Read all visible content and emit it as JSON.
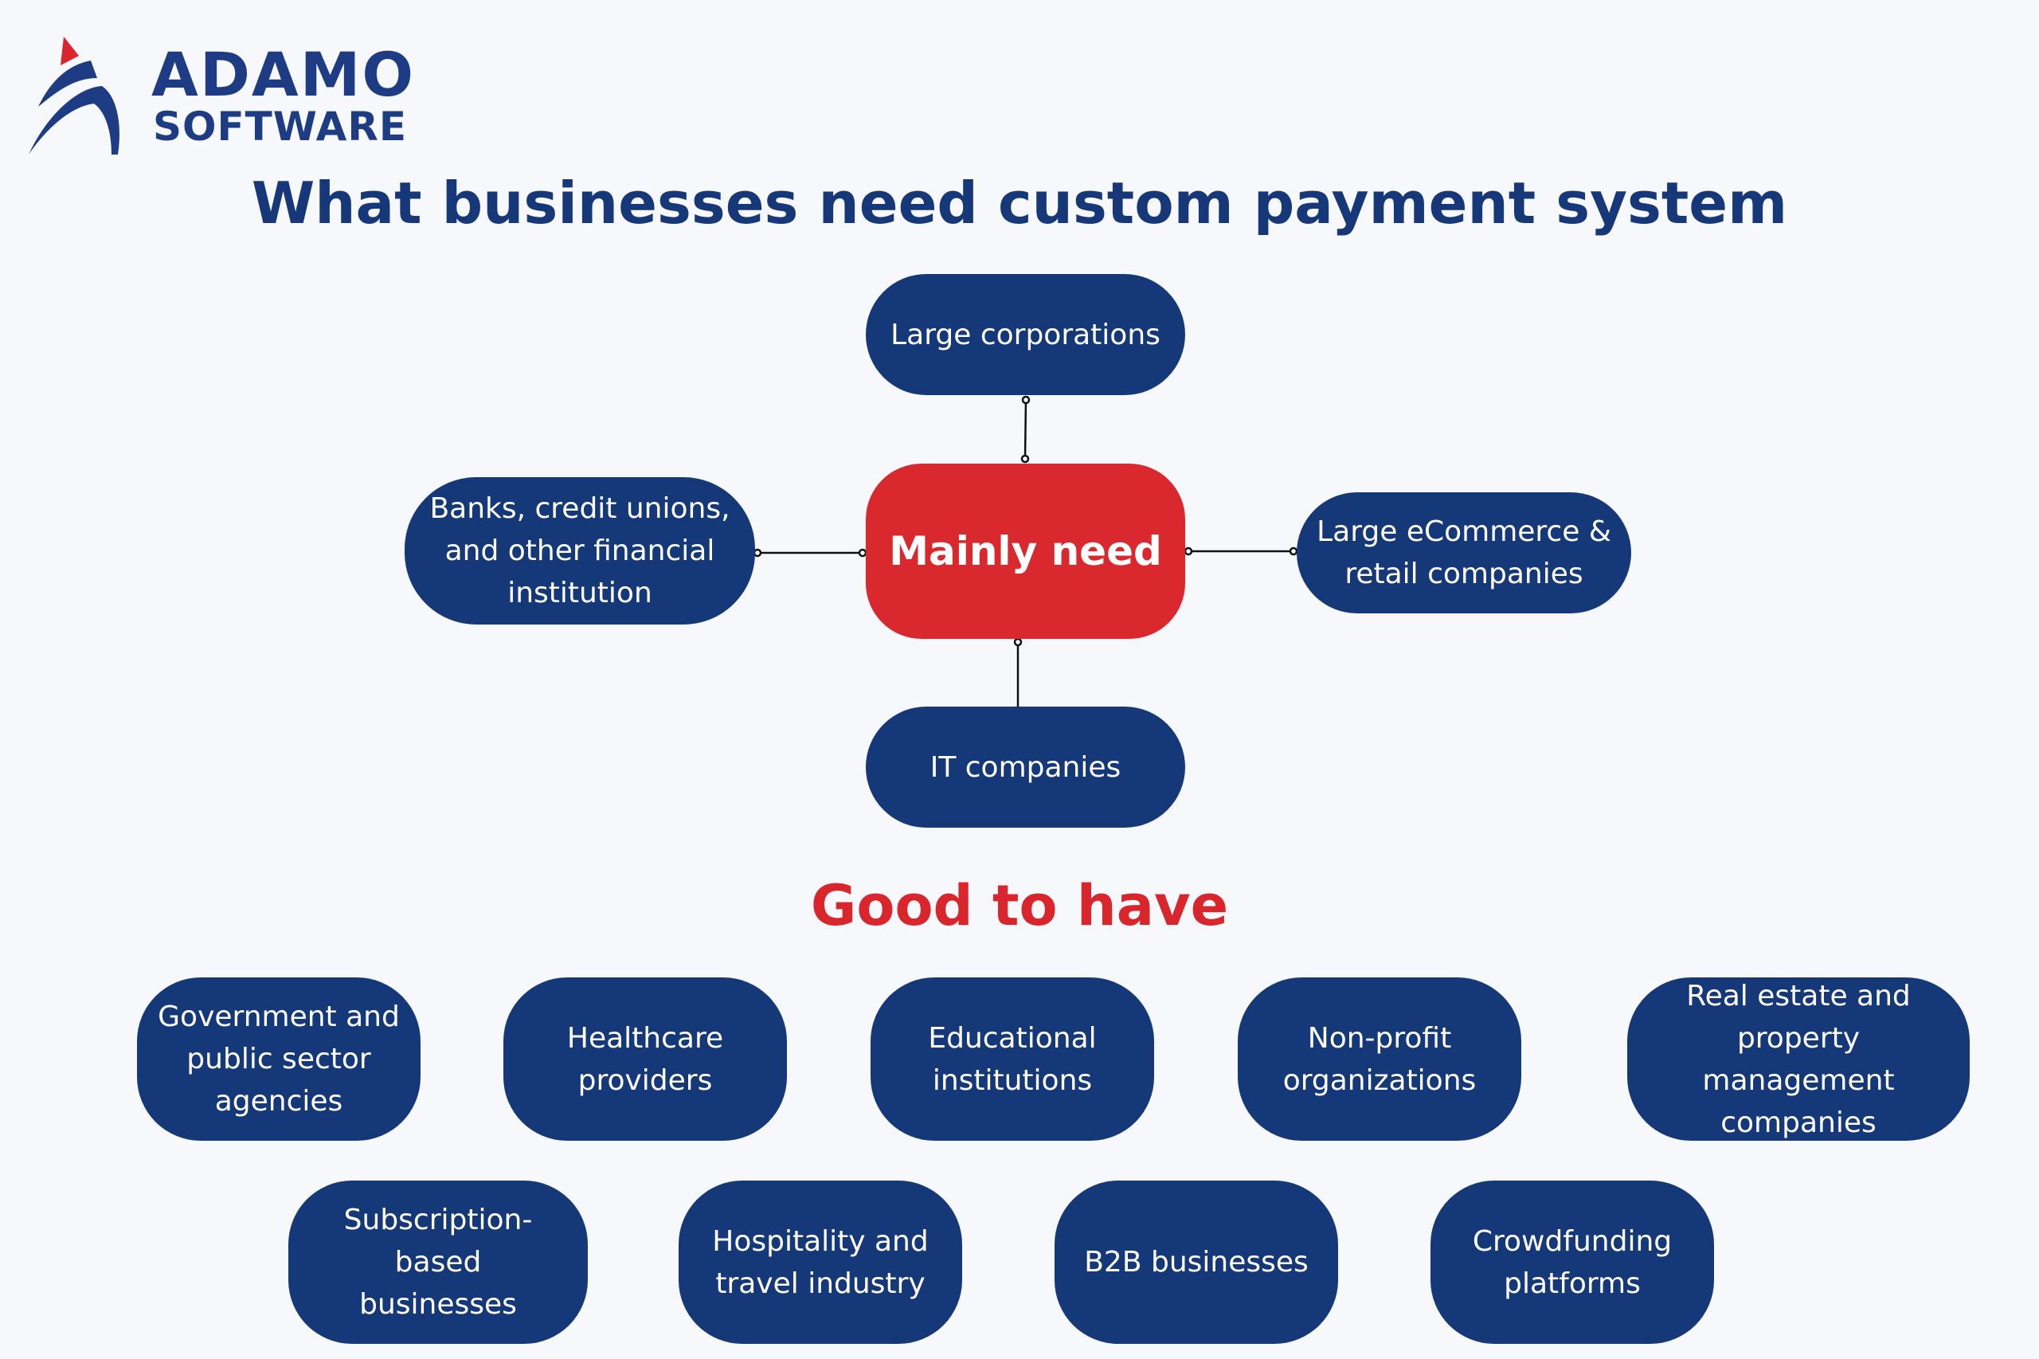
{
  "brand": {
    "name_line1": "ADAMO",
    "name_line2": "SOFTWARE",
    "primary_color": "#1e3c84",
    "accent_color": "#d9262c"
  },
  "title": "What businesses need custom payment system",
  "mainly_need": {
    "center_label": "Mainly need",
    "nodes": {
      "top": "Large corporations",
      "left": "Banks, credit unions,\nand other financial\ninstitution",
      "right": "Large eCommerce &\nretail companies",
      "bottom": "IT companies"
    }
  },
  "good_to_have": {
    "heading": "Good to have",
    "row1": [
      "Government and\npublic sector\nagencies",
      "Healthcare\nproviders",
      "Educational\ninstitutions",
      "Non-profit\norganizations",
      "Real estate and\nproperty management\ncompanies"
    ],
    "row2": [
      "Subscription-based\nbusinesses",
      "Hospitality and\ntravel industry",
      "B2B businesses",
      "Crowdfunding\nplatforms"
    ]
  }
}
